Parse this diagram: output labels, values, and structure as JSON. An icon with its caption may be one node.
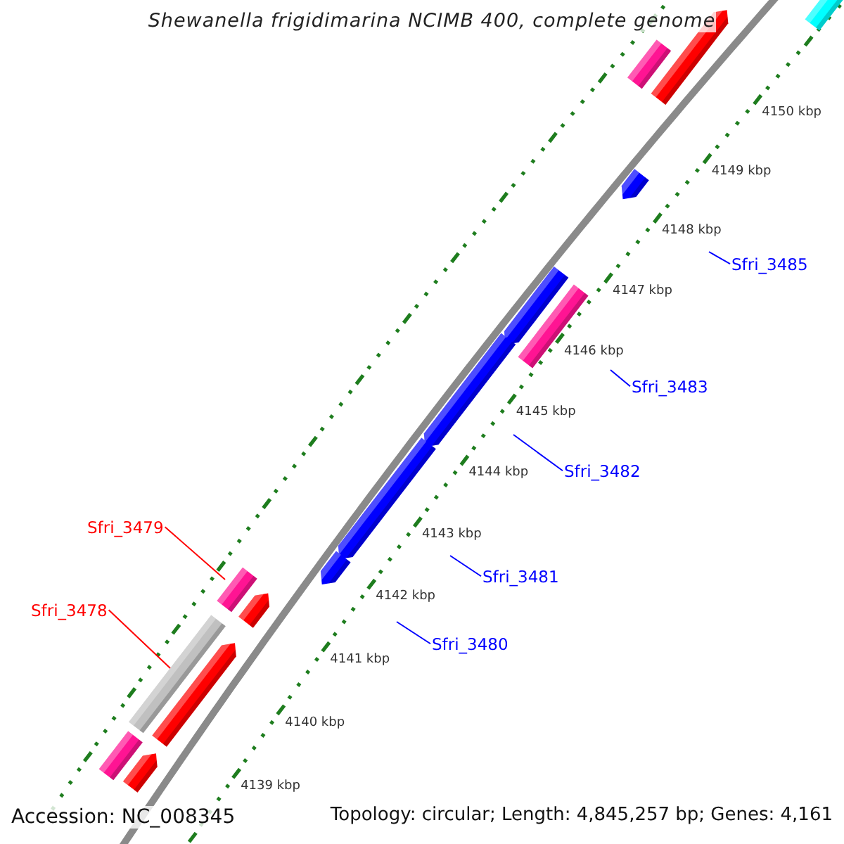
{
  "diagram": {
    "title": "Shewanella frigidimarina NCIMB 400, complete genome",
    "nodes": [
      {
        "text": [
          "Sfri_3485"
        ]
      },
      {
        "text": [
          "Sfri_3483"
        ]
      },
      {
        "text": [
          "Sfri_3482"
        ]
      },
      {
        "text": [
          "Sfri_3479"
        ]
      },
      {
        "text": [
          "Sfri_3481"
        ]
      },
      {
        "text": [
          "Sfri_3478"
        ]
      },
      {
        "text": [
          "Sfri_3480"
        ]
      },
      {
        "text": [],
        "shape": "bar"
      },
      {
        "text": [],
        "shape": "bar"
      },
      {
        "text": [],
        "shape": "pentagon"
      },
      {
        "text": [],
        "shape": "pentagon"
      },
      {
        "text": [],
        "shape": "pentagon"
      },
      {
        "text": [],
        "shape": "bar"
      },
      {
        "text": [],
        "shape": "pentagon"
      },
      {
        "text": [],
        "shape": "pentagon"
      },
      {
        "text": [],
        "shape": "pentagon"
      },
      {
        "text": [],
        "shape": "bar"
      },
      {
        "text": [],
        "shape": "pentagon"
      },
      {
        "text": [],
        "shape": "bar"
      },
      {
        "text": [],
        "shape": "pentagon"
      },
      {
        "text": [],
        "shape": "bar"
      },
      {
        "text": [],
        "shape": "pentagon"
      }
    ],
    "edges": [
      {
        "from": 0,
        "to": null,
        "arrow": "none"
      },
      {
        "from": 1,
        "to": null,
        "arrow": "none"
      },
      {
        "from": 2,
        "to": null,
        "arrow": "none"
      },
      {
        "from": 3,
        "to": 16,
        "arrow": "none",
        "color": "#ff0000"
      },
      {
        "from": 4,
        "to": null,
        "arrow": "none"
      },
      {
        "from": 5,
        "to": 18,
        "arrow": "none",
        "color": "#ff0000"
      },
      {
        "from": 6,
        "to": null,
        "arrow": "none"
      }
    ],
    "labels": [
      "4150 kbp",
      "4149 kbp",
      "4148 kbp",
      "4147 kbp",
      "4146 kbp",
      "4145 kbp",
      "4144 kbp",
      "4143 kbp",
      "4142 kbp",
      "4141 kbp",
      "4140 kbp",
      "4139 kbp",
      "Accession: NC_008345",
      "Topology: circular; Length: 4,845,257 bp; Genes: 4,161"
    ]
  }
}
